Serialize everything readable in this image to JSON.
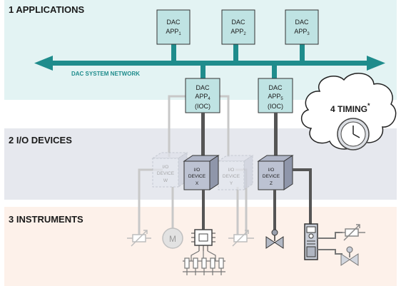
{
  "bands": {
    "applications": "1 APPLICATIONS",
    "io_devices": "2  I/O DEVICES",
    "instruments": "3  INSTRUMENTS"
  },
  "network_label": "DAC SYSTEM NETWORK",
  "timing": {
    "label": "4 TIMING",
    "mark": "*"
  },
  "apps": [
    {
      "line1": "DAC",
      "line2": "APP",
      "sub": "1"
    },
    {
      "line1": "DAC",
      "line2": "APP",
      "sub": "2"
    },
    {
      "line1": "DAC",
      "line2": "APP",
      "sub": "3"
    }
  ],
  "iocs": [
    {
      "line1": "DAC",
      "line2": "APP",
      "sub": "4",
      "line3": "(IOC)"
    },
    {
      "line1": "DAC",
      "line2": "APP",
      "sub": "5",
      "line3": "(IOC)"
    }
  ],
  "devices": [
    {
      "line1": "I/O",
      "line2": "DEVICE",
      "line3": "W"
    },
    {
      "line1": "I/O",
      "line2": "DEVICE",
      "line3": "X"
    },
    {
      "line1": "I/O",
      "line2": "DEVICE",
      "line3": "Y"
    },
    {
      "line1": "I/O",
      "line2": "DEVICE",
      "line3": "Z"
    }
  ],
  "motor_letter": "M",
  "colors": {
    "applications_band": "#e3f3f3",
    "io_band": "#e6e8ee",
    "instruments_band": "#fdf1ea",
    "app_box": "#bfe3e3",
    "network": "#1f8c8c",
    "link": "#555555",
    "faint_link": "#c8c8c8"
  }
}
